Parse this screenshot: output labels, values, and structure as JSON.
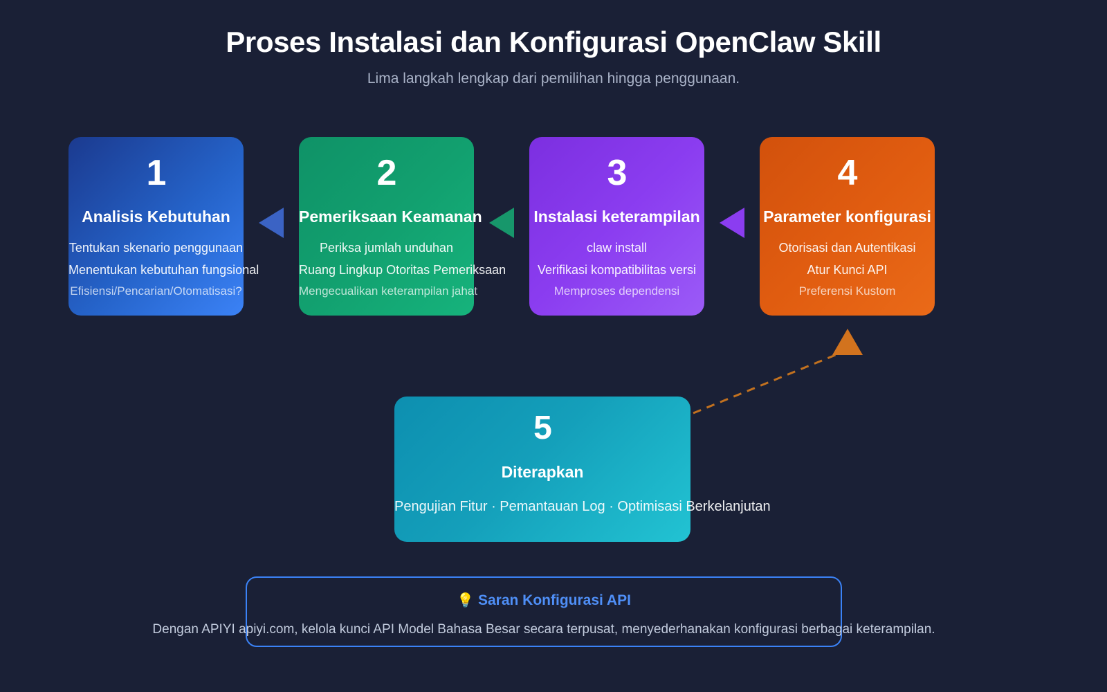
{
  "header": {
    "title": "Proses Instalasi dan Konfigurasi OpenClaw Skill",
    "subtitle": "Lima langkah lengkap dari pemilihan hingga penggunaan."
  },
  "steps": [
    {
      "number": "1",
      "title": "Analisis Kebutuhan",
      "lines": [
        "Tentukan skenario penggunaan",
        "Menentukan kebutuhan fungsional",
        "Efisiensi/Pencarian/Otomatisasi?"
      ],
      "color": "#2563c9"
    },
    {
      "number": "2",
      "title": "Pemeriksaan Keamanan",
      "lines": [
        "Periksa jumlah unduhan",
        "Ruang Lingkup Otoritas Pemeriksaan",
        "Mengecualikan keterampilan jahat"
      ],
      "color": "#12a06f"
    },
    {
      "number": "3",
      "title": "Instalasi keterampilan",
      "lines": [
        "claw install",
        "Verifikasi kompatibilitas versi",
        "Memproses dependensi"
      ],
      "color": "#8b3df0"
    },
    {
      "number": "4",
      "title": "Parameter konfigurasi",
      "lines": [
        "Otorisasi dan Autentikasi",
        "Atur Kunci API",
        "Preferensi Kustom"
      ],
      "color": "#e05c10"
    },
    {
      "number": "5",
      "title": "Diterapkan",
      "lines": [
        "Pengujian Fitur · Pemantauan Log · Optimisasi Berkelanjutan"
      ],
      "color": "#149fba"
    }
  ],
  "connectors": {
    "arrow_1_color": "#3b63c4",
    "arrow_2_color": "#17976b",
    "arrow_3_color": "#8b3df0",
    "feedback_color": "#c2711f"
  },
  "callout": {
    "icon": "lightbulb-icon",
    "icon_glyph": "💡",
    "title": "Saran Konfigurasi API",
    "body": "Dengan APIYI apiyi.com, kelola kunci API Model Bahasa Besar secara terpusat, menyederhanakan konfigurasi berbagai keterampilan.",
    "border_color": "#3b82f6",
    "title_color": "#4f8ff7"
  },
  "theme": {
    "background": "#1a2036",
    "text_primary": "#ffffff",
    "text_muted": "#a9b2c7"
  }
}
